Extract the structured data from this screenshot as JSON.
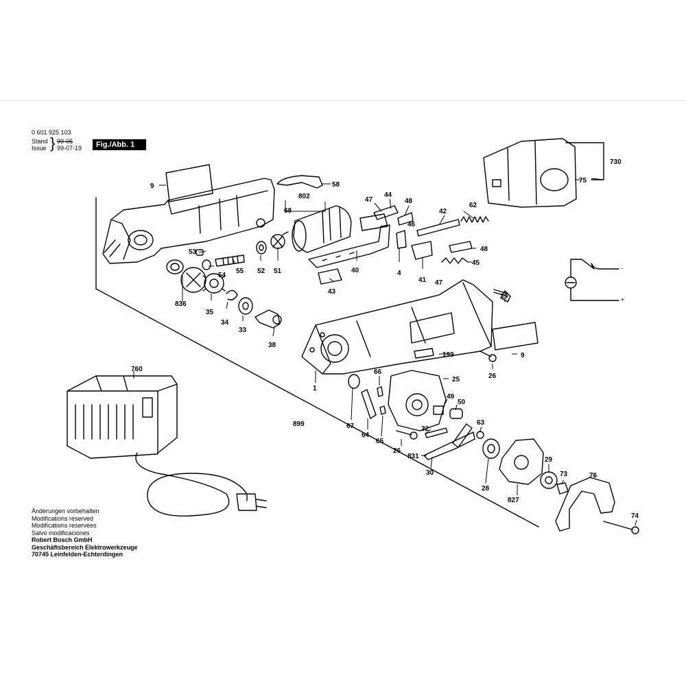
{
  "header": {
    "part_number": "0 601 925 103",
    "stand_label": "Stand",
    "stand_date": "99-05",
    "issue_label": "Issue",
    "issue_date": "99-07-19",
    "figure_tag": "Fig./Abb. 1"
  },
  "footer": {
    "lines": [
      "Änderungen vorbehalten",
      "Modifications reserved",
      "Modifications reservées",
      "Salvo modificaciones",
      "Robert Bosch GmbH",
      "Geschäftsbereich Elektrowerkzeuge",
      "70745 Leinfelden-Echterdingen"
    ]
  },
  "schematic_symbols": {
    "minus": "-",
    "plus": "+"
  },
  "callouts": [
    "9",
    "58",
    "802",
    "68",
    "47",
    "44",
    "48",
    "46",
    "42",
    "62",
    "730",
    "75",
    "53",
    "54",
    "55",
    "52",
    "51",
    "40",
    "4",
    "41",
    "48",
    "45",
    "47",
    "836",
    "35",
    "34",
    "33",
    "43",
    "38",
    "39",
    "199",
    "9",
    "26",
    "760",
    "66",
    "25",
    "49",
    "50",
    "1",
    "899",
    "67",
    "64",
    "65",
    "63",
    "32",
    "26",
    "831",
    "30",
    "28",
    "29",
    "73",
    "76",
    "827",
    "74"
  ]
}
